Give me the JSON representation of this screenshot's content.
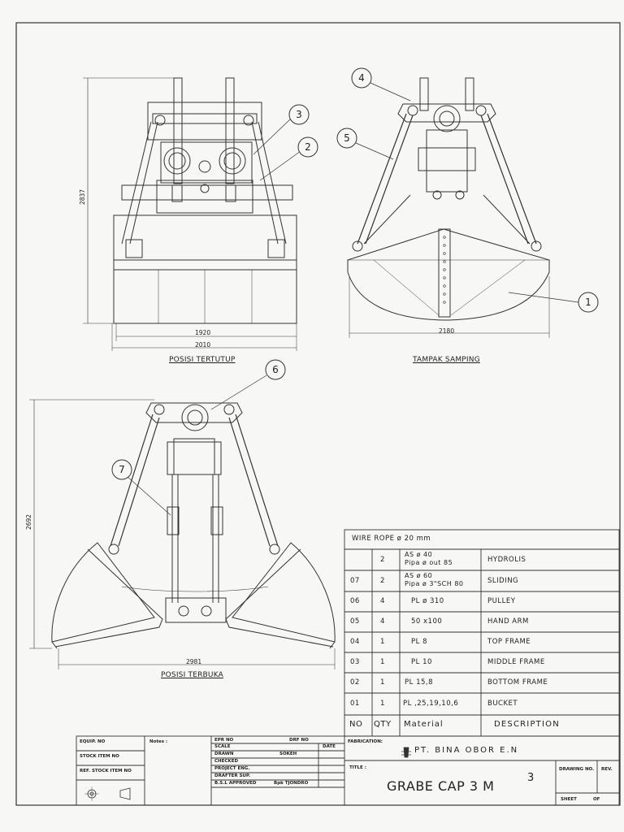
{
  "views": {
    "closed": {
      "title": "POSISI TERTUTUP",
      "dim_height": "2837",
      "dim_inner": "1920",
      "dim_outer": "2010"
    },
    "side": {
      "title": "TAMPAK SAMPING",
      "dim_width": "2180"
    },
    "open": {
      "title": "POSISI TERBUKA",
      "dim_height": "2692",
      "dim_width": "2981"
    }
  },
  "callouts": [
    "1",
    "2",
    "3",
    "4",
    "5",
    "6",
    "7"
  ],
  "bom": {
    "header": "WIRE ROPE ø 20 mm",
    "rows": [
      {
        "no": "",
        "qty": "2",
        "material": "AS ø 40\nPipa ø out 85",
        "desc": "HYDROLIS"
      },
      {
        "no": "07",
        "qty": "2",
        "material": "AS ø 60\nPipa ø 3\"SCH 80",
        "desc": "SLIDING"
      },
      {
        "no": "06",
        "qty": "4",
        "material": "PL ø 310",
        "desc": "PULLEY"
      },
      {
        "no": "05",
        "qty": "4",
        "material": "50 x100",
        "desc": "HAND ARM"
      },
      {
        "no": "04",
        "qty": "1",
        "material": "PL 8",
        "desc": "TOP FRAME"
      },
      {
        "no": "03",
        "qty": "1",
        "material": "PL 10",
        "desc": "MIDDLE FRAME"
      },
      {
        "no": "02",
        "qty": "1",
        "material": "PL 15,8",
        "desc": "BOTTOM FRAME"
      },
      {
        "no": "01",
        "qty": "1",
        "material": "PL ,25,19,10,6",
        "desc": "BUCKET"
      }
    ],
    "footer": {
      "no": "NO",
      "qty": "QTY",
      "material": "Material",
      "desc": "DESCRIPTION"
    }
  },
  "title_block": {
    "equip_no": "EQUIP. NO",
    "stock_item_no": "STOCK ITEM NO",
    "ref_stock_item_no": "REF. STOCK ITEM NO",
    "notes": "Notes :",
    "epr_no": "EPR NO",
    "drf_no": "DRF NO",
    "scale": "SCALE",
    "date": "DATE",
    "drawn": "DRAWN",
    "drawn_name": "SOKEH",
    "checked": "CHECKED",
    "project_eng": "PROJECT ENG.",
    "drafter_sup": "DRAFTER SUP.",
    "bsl_approved": "B.S.L APPROVED",
    "approved_name": "Bpk TJONDRO",
    "fabrication": "FABRICATION:",
    "company": "PT.  BINA  OBOR  E.N",
    "title_label": "TITLE :",
    "title": "GRABE CAP 3 M",
    "title_sup": "3",
    "drawing_no": "DRAWING NO.",
    "rev": "REV.",
    "sheet": "SHEET",
    "of": "OF"
  }
}
